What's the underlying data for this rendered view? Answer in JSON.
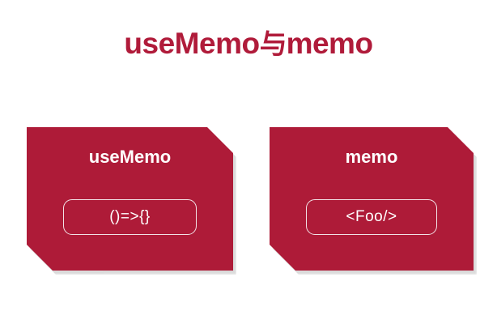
{
  "slide": {
    "background_color": "#FFFFFF",
    "accent_color": "#AE1B38",
    "title_color": "#B01B3A",
    "text_color": "#FFFFFF"
  },
  "title": {
    "full": "useMemo与memo",
    "left": "useMemo",
    "connector": "与",
    "right": "memo"
  },
  "cards": [
    {
      "id": "usememo",
      "title": "useMemo",
      "pill_label": "()=>{}"
    },
    {
      "id": "memo",
      "title": "memo",
      "pill_label": "<Foo/>"
    }
  ]
}
